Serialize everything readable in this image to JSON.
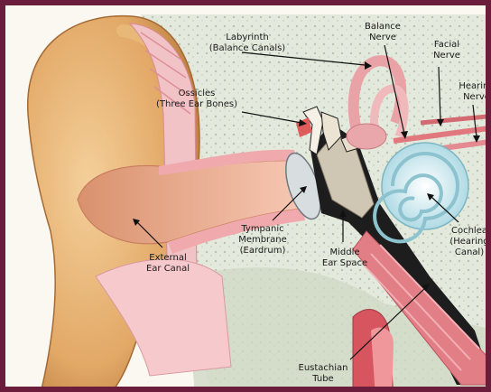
{
  "labels": {
    "labyrinth": [
      "Labyrinth",
      "(Balance Canals)"
    ],
    "balance_nerve": [
      "Balance",
      "Nerve"
    ],
    "facial_nerve": [
      "Facial",
      "Nerve"
    ],
    "hearing_nerve": [
      "Hearing",
      "Nerve"
    ],
    "ossicles": [
      "Ossicles",
      "(Three Ear Bones)"
    ],
    "tympanic": [
      "Tympanic",
      "Membrane",
      "(Eardrum)"
    ],
    "middle_ear": [
      "Middle",
      "Ear Space"
    ],
    "cochlea": [
      "Cochlea",
      "(Hearing",
      "Canal)"
    ],
    "external_canal": [
      "External",
      "Ear Canal"
    ],
    "eustachian": [
      "Eustachian",
      "Tube"
    ]
  },
  "colors": {
    "frame": "#6b1d3c",
    "skin": "#e6b47c",
    "skin_dark": "#c98d4f",
    "pink": "#f3c3c9",
    "canal": "#f2b5a0",
    "bone": "#dfe6da",
    "cochlea": "#d9eef3",
    "muscle": "#e48b91"
  }
}
